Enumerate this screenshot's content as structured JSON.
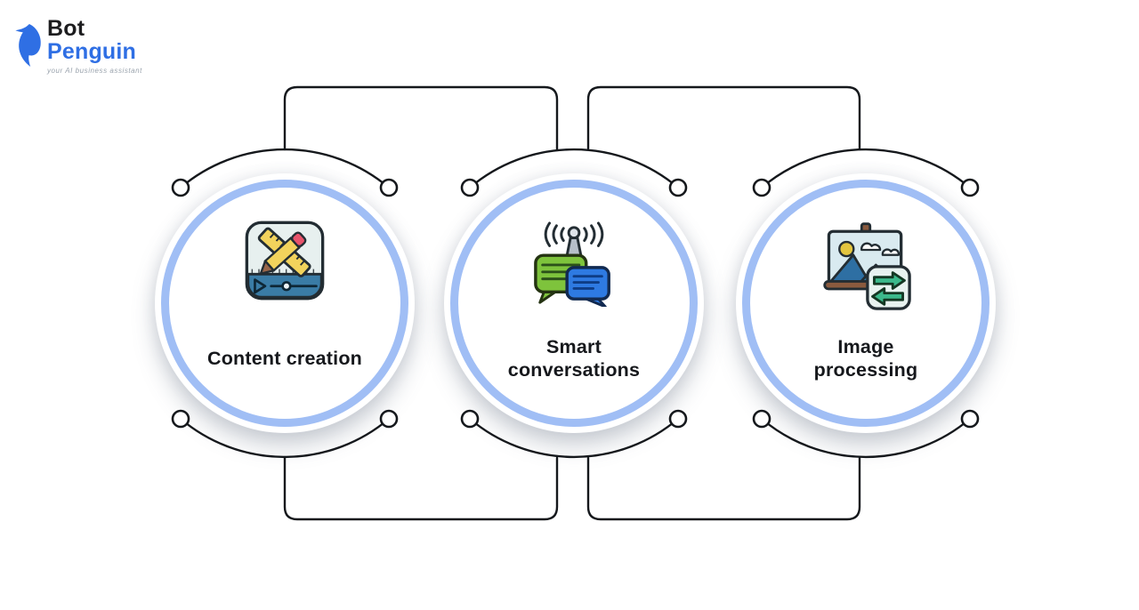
{
  "logo": {
    "brand_top": "Bot",
    "brand_bottom": "Penguin",
    "tagline": "your AI business assistant",
    "brand_blue": "#2f6fe4",
    "brand_dark": "#1d1d1f",
    "tagline_color": "#9aa3ad"
  },
  "diagram": {
    "ring_color": "#a0bef5",
    "line_color": "#15181c",
    "nodes": [
      {
        "id": "content-creation",
        "label": "Content creation",
        "lines": [
          "Content creation"
        ],
        "icon": "content-creation-icon"
      },
      {
        "id": "smart-conversations",
        "label": "Smart conversations",
        "lines": [
          "Smart",
          "conversations"
        ],
        "icon": "smart-conversations-icon"
      },
      {
        "id": "image-processing",
        "label": "Image processing",
        "lines": [
          "Image",
          "processing"
        ],
        "icon": "image-processing-icon"
      }
    ]
  }
}
